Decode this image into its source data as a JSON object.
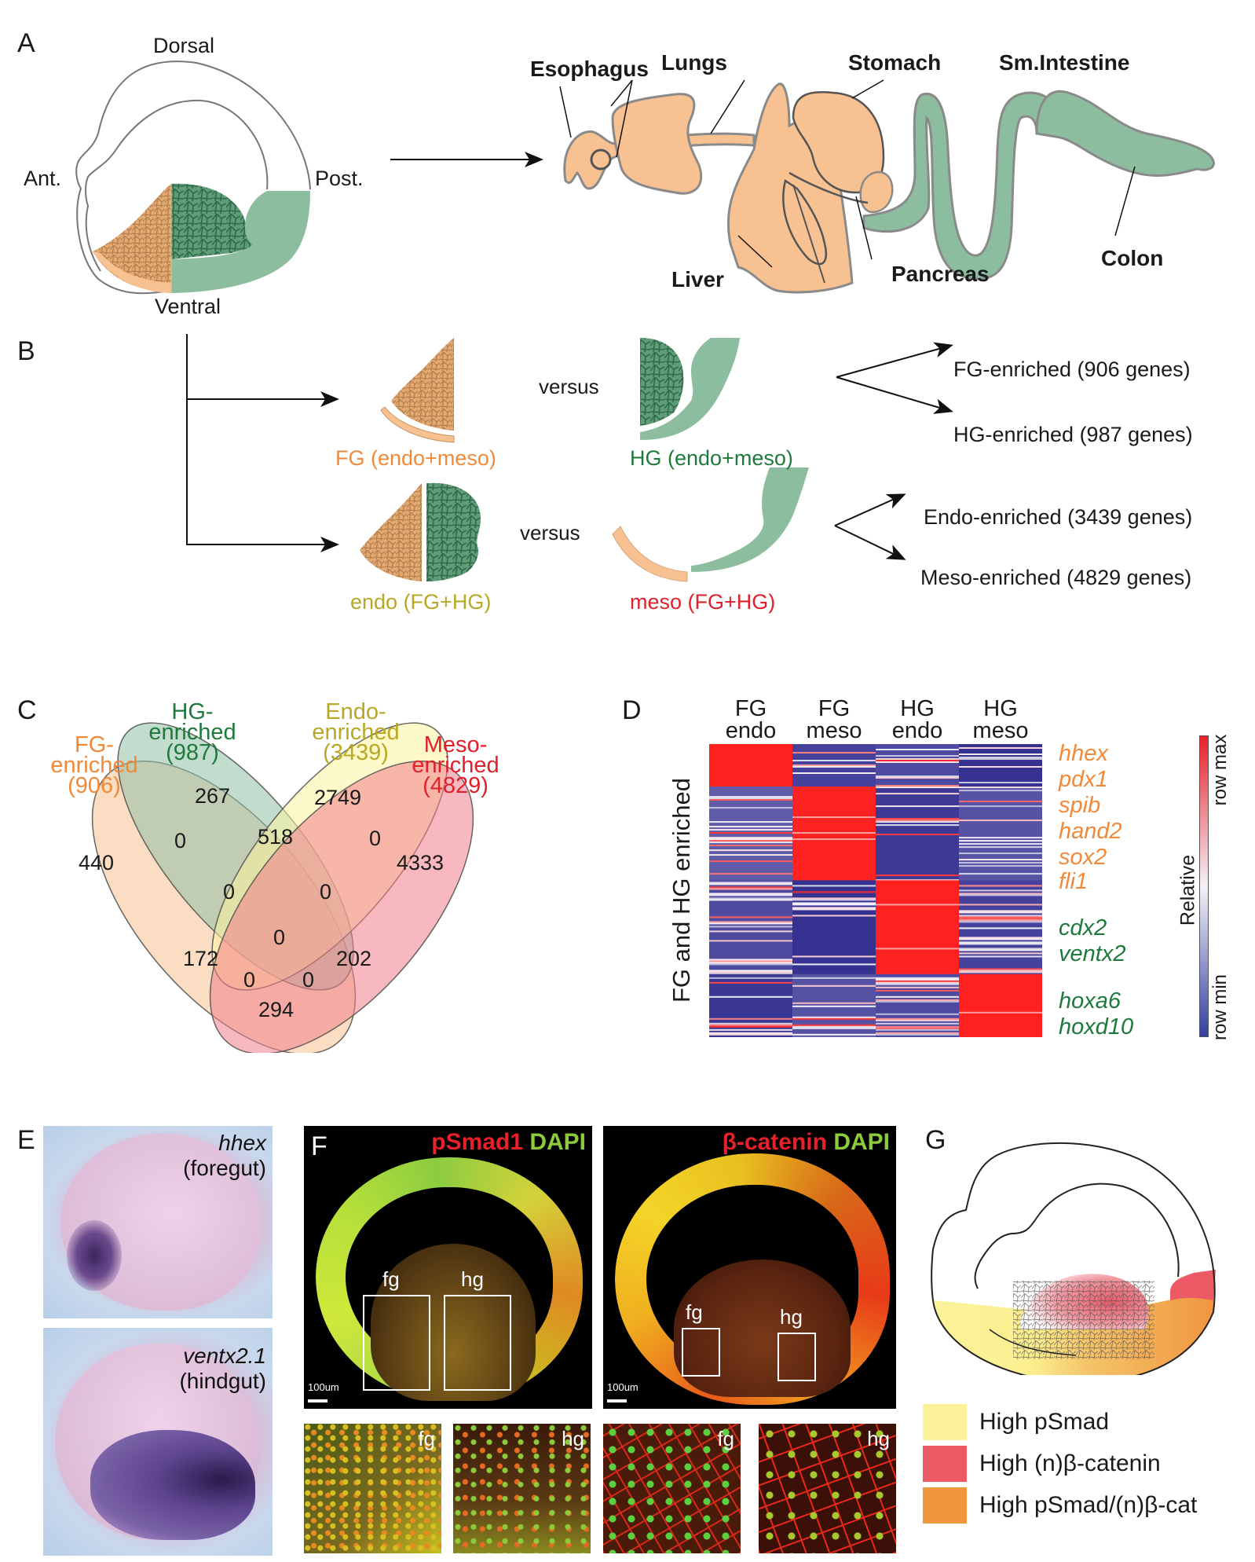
{
  "figure": {
    "panel_letters": [
      "A",
      "B",
      "C",
      "D",
      "E",
      "F",
      "G"
    ],
    "colors": {
      "foregut_tan": "#f7c192",
      "foregut_cells": "#c8935e",
      "hindgut_green": "#8dbd9f",
      "hindgut_dark": "#3f7a5a",
      "fg_label": "#f08a3a",
      "hg_label": "#1e7a3c",
      "endo_label": "#b8a823",
      "meso_label": "#e0202a",
      "heat_max": "#ff2020",
      "heat_mid": "#f4f2f8",
      "heat_min": "#2e2a8e",
      "legend_pSmad": "#fbf29a",
      "legend_bcat": "#ec5b65",
      "legend_both": "#f0963f"
    }
  },
  "panelA": {
    "orientation": {
      "dorsal": "Dorsal",
      "ventral": "Ventral",
      "anterior": "Ant.",
      "posterior": "Post."
    },
    "organs": [
      "Esophagus",
      "Lungs",
      "Stomach",
      "Sm.Intestine",
      "Liver",
      "Pancreas",
      "Colon"
    ]
  },
  "panelB": {
    "comparisons": [
      {
        "left_label": "FG (endo+meso)",
        "versus": "versus",
        "right_label": "HG (endo+meso)",
        "outputs": [
          "FG-enriched (906 genes)",
          "HG-enriched (987 genes)"
        ]
      },
      {
        "left_label": "endo (FG+HG)",
        "versus": "versus",
        "right_label": "meso (FG+HG)",
        "outputs": [
          "Endo-enriched (3439 genes)",
          "Meso-enriched (4829 genes)"
        ]
      }
    ]
  },
  "panelC": {
    "sets": [
      {
        "line1": "FG-",
        "line2": "enriched",
        "line3": "(906)",
        "total": 906,
        "color": "#f7c192"
      },
      {
        "line1": "HG-",
        "line2": "enriched",
        "line3": "(987)",
        "total": 987,
        "color": "#8fbfa6"
      },
      {
        "line1": "Endo-",
        "line2": "enriched",
        "line3": "(3439)",
        "total": 3439,
        "color": "#fdf49e"
      },
      {
        "line1": "Meso-",
        "line2": "enriched",
        "line3": "(4829)",
        "total": 4829,
        "color": "#f0808a"
      }
    ],
    "regions": {
      "FG_only": "440",
      "HG_only": "267",
      "Endo_only": "2749",
      "Meso_only": "4333",
      "FG_HG": "0",
      "HG_Endo": "518",
      "Endo_Meso": "0",
      "FG_HG_Endo": "0",
      "HG_Endo_Meso": "0",
      "all": "0",
      "FG_Endo": "172",
      "HG_Meso": "202",
      "FG_HG_Meso": "0",
      "FG_Endo_Meso": "0",
      "FG_Meso": "294"
    }
  },
  "chart_data": {
    "type": "heatmap",
    "title": "",
    "columns": [
      {
        "line1": "FG",
        "line2": "endo"
      },
      {
        "line1": "FG",
        "line2": "meso"
      },
      {
        "line1": "HG",
        "line2": "endo"
      },
      {
        "line1": "HG",
        "line2": "meso"
      }
    ],
    "row_label": "FG and HG enriched",
    "colorbar": {
      "title": "Relative",
      "max_label": "row max",
      "min_label": "row min"
    },
    "blocks": [
      {
        "name": "FG endo high",
        "row_fraction": [
          0.0,
          0.145
        ],
        "values": [
          1.0,
          0.15,
          0.2,
          0.05
        ]
      },
      {
        "name": "FG meso high",
        "row_fraction": [
          0.145,
          0.465
        ],
        "values": [
          0.3,
          1.0,
          0.08,
          0.25
        ]
      },
      {
        "name": "HG endo high",
        "row_fraction": [
          0.465,
          0.785
        ],
        "values": [
          0.2,
          0.05,
          1.0,
          0.15
        ]
      },
      {
        "name": "HG meso high",
        "row_fraction": [
          0.785,
          1.0
        ],
        "values": [
          0.08,
          0.25,
          0.2,
          1.0
        ]
      }
    ],
    "genes": [
      {
        "name": "hhex",
        "group": "FG"
      },
      {
        "name": "pdx1",
        "group": "FG"
      },
      {
        "name": "spib",
        "group": "FG"
      },
      {
        "name": "hand2",
        "group": "FG"
      },
      {
        "name": "sox2",
        "group": "FG"
      },
      {
        "name": "fli1",
        "group": "FG"
      },
      {
        "name": "cdx2",
        "group": "HG"
      },
      {
        "name": "ventx2",
        "group": "HG"
      },
      {
        "name": "hoxa6",
        "group": "HG"
      },
      {
        "name": "hoxd10",
        "group": "HG"
      }
    ]
  },
  "panelE": {
    "images": [
      {
        "gene": "hhex",
        "region": "(foregut)"
      },
      {
        "gene": "ventx2.1",
        "region": "(hindgut)"
      }
    ]
  },
  "panelF": {
    "stains": [
      {
        "marker": "pSmad1",
        "counter": "DAPI",
        "scale": "100um",
        "boxes": [
          "fg",
          "hg"
        ]
      },
      {
        "marker": "β-catenin",
        "counter": "DAPI",
        "scale": "100um",
        "boxes": [
          "fg",
          "hg"
        ]
      }
    ],
    "insets": [
      "fg",
      "hg",
      "fg",
      "hg"
    ]
  },
  "panelG": {
    "legend": [
      {
        "label": "High pSmad",
        "color": "#fbf29a"
      },
      {
        "label": "High (n)β-catenin",
        "color": "#ec5b65"
      },
      {
        "label": "High pSmad/(n)β-cat",
        "color": "#f0963f"
      }
    ]
  }
}
